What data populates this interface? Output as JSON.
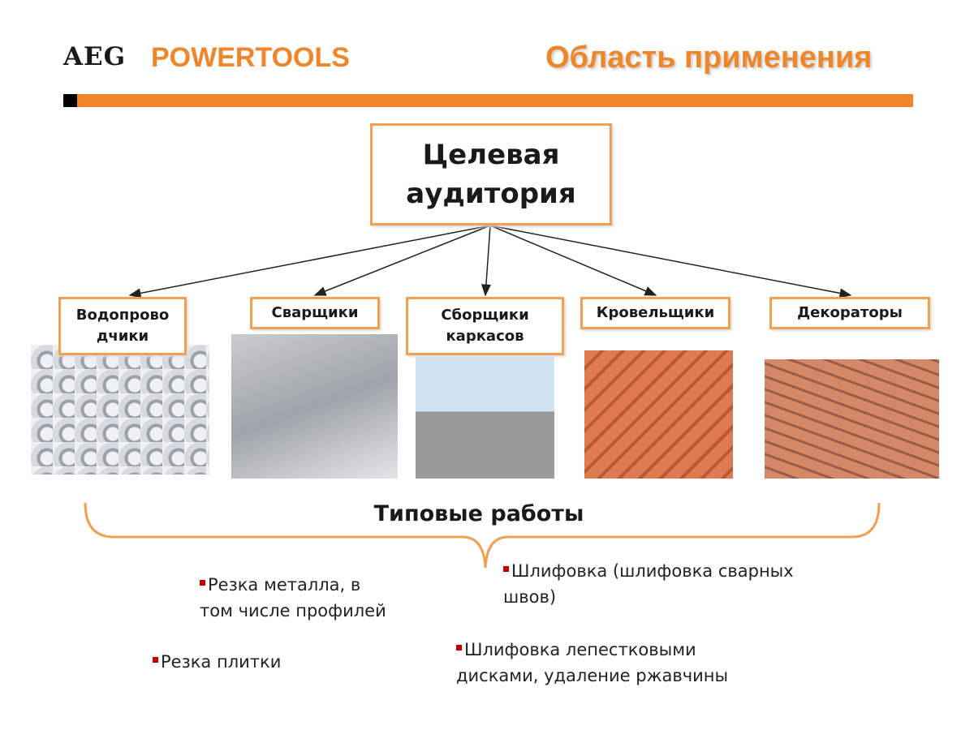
{
  "header": {
    "logo_aeg": "AEG",
    "logo_powertools": "POWERTOOLS",
    "title": "Область применения"
  },
  "center": {
    "line1": "Целевая",
    "line2": "аудитория"
  },
  "groups": [
    {
      "l1": "Водопрово",
      "l2": "дчики"
    },
    {
      "l1": "Сварщики"
    },
    {
      "l1": "Сборщики",
      "l2": "каркасов"
    },
    {
      "l1": "Кровельщики"
    },
    {
      "l1": "Декораторы"
    }
  ],
  "works_heading": "Типовые работы",
  "bullets": [
    {
      "l1": "Резка металла, в",
      "l2": "том числе профилей"
    },
    {
      "l1": "Резка плитки"
    },
    {
      "l1": "Шлифовка (шлифовка сварных",
      "l2": "швов)"
    },
    {
      "l1": "Шлифовка лепестковыми",
      "l2": "дисками, удаление ржавчины"
    }
  ],
  "colors": {
    "accent": "#f0862a",
    "bullet": "#c00000"
  }
}
